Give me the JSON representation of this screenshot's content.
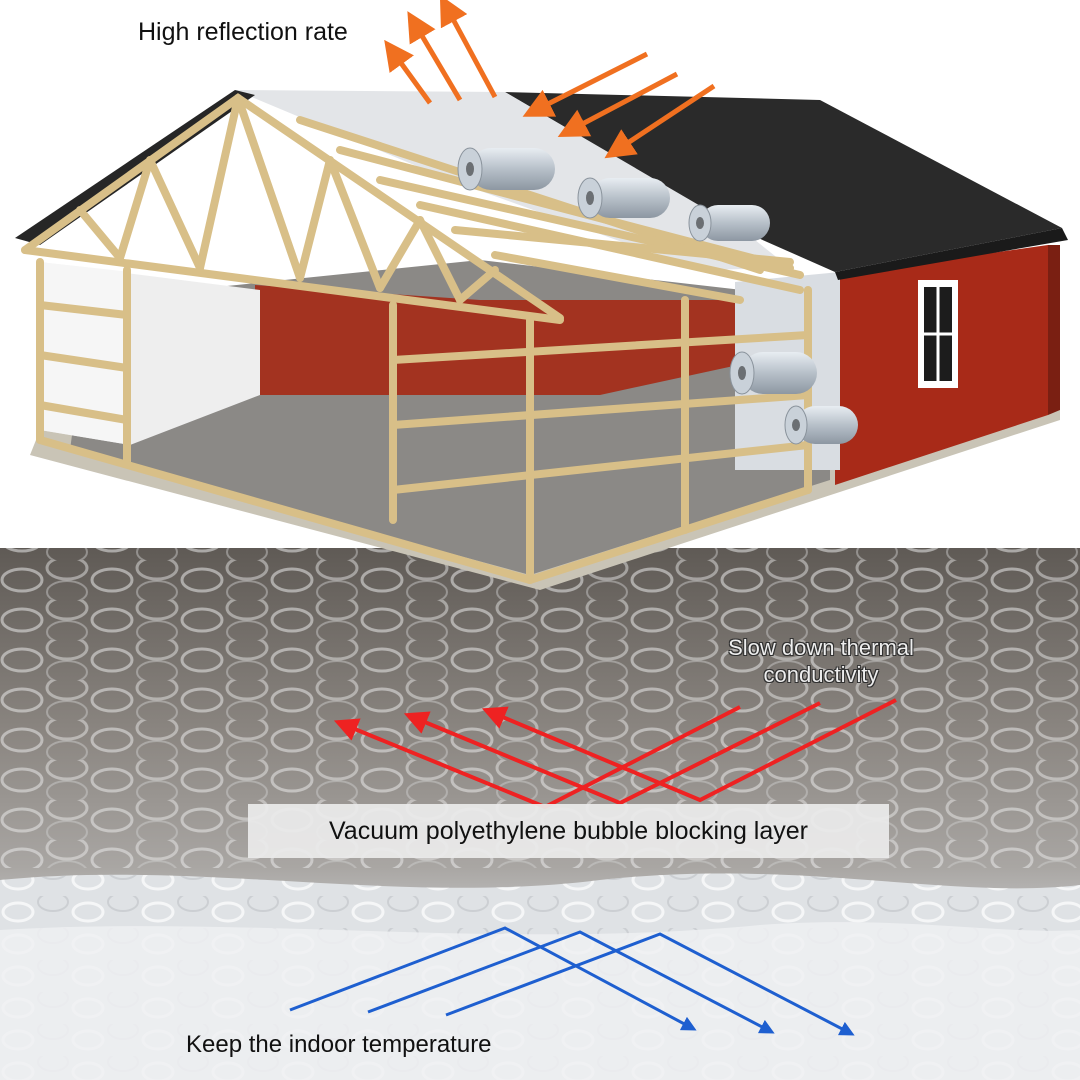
{
  "labels": {
    "reflection": "High reflection rate",
    "slow_line1": "Slow down thermal",
    "slow_line2": "conductivity",
    "layer": "Vacuum polyethylene bubble blocking layer",
    "keep": "Keep the indoor temperature"
  },
  "colors": {
    "reflect_arrows": "#f07020",
    "conduction_arrows": "#ee2222",
    "indoor_arrows": "#1e5fd0",
    "barn_red": "#a82a18",
    "roof_dark": "#2a2a2a",
    "timber": "#d8bf88"
  }
}
